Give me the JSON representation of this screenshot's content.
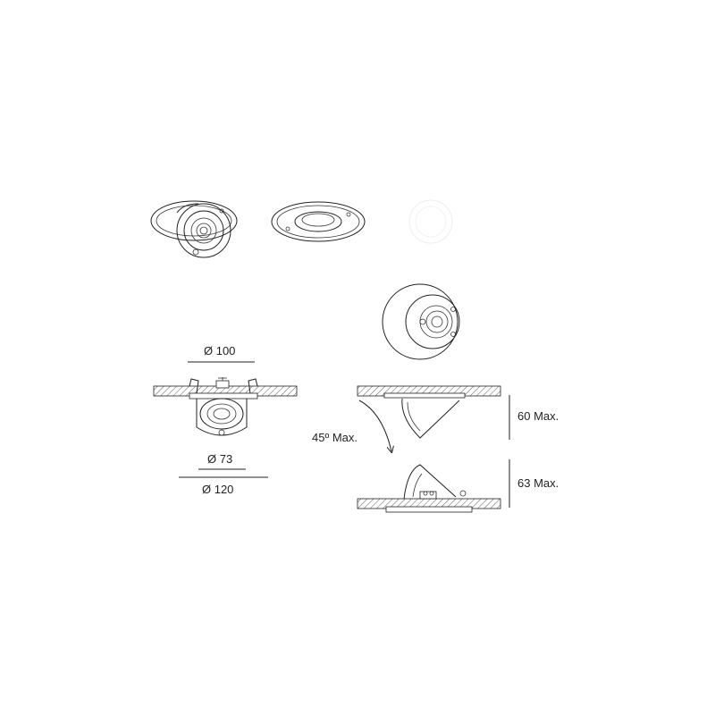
{
  "dimensions": {
    "trim_diameter": "Ø 100",
    "body_diameter": "Ø 73",
    "cutout_diameter": "Ø 120",
    "tilt_angle": "45º Max.",
    "height_tilted": "60 Max.",
    "height_straight": "63 Max."
  },
  "colors": {
    "line": "#222222",
    "background": "#ffffff"
  }
}
